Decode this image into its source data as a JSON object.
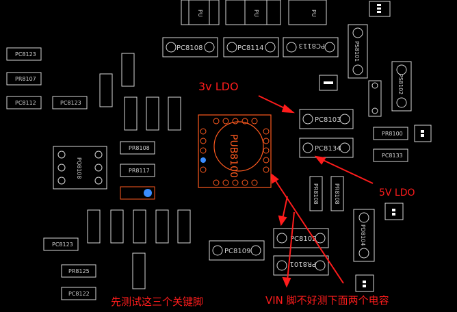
{
  "components": {
    "pub8100": "PUB8100",
    "pc8108": "PC8108",
    "pc8114": "PC8114",
    "pc8113": "PC8113",
    "ps8101": "PS8101",
    "ps8102": "PS8102",
    "pc8103": "PC8103",
    "pc8134": "PC8134",
    "pr8100": "PR8100",
    "pc8102": "PC8102",
    "pr8101": "PR8101",
    "pc8109": "PC8109",
    "pd8104": "PD8104",
    "pq8108": "PQ8108",
    "pr8107": "PR8107",
    "pr8117": "PR8117",
    "pc8122": "PC8122",
    "pr8125": "PR8125",
    "pc8123": "PC8123",
    "pc8112": "PC8112",
    "pc8133": "PC8133",
    "pr8108": "PR8108",
    "pu_top": "PU"
  },
  "annotations": {
    "ldo_3v": "3v LDO",
    "ldo_5v": "5V LDO",
    "test_first": "先测试这三个关键脚",
    "vin_pin": "VIN 脚不好测下面两个电容"
  },
  "colors": {
    "background": "#000000",
    "outline": "#d9d9d9",
    "component_orange": "#ff5a1f",
    "annotation_red": "#ff1c1c",
    "pin1_blue": "#3a8dff"
  }
}
